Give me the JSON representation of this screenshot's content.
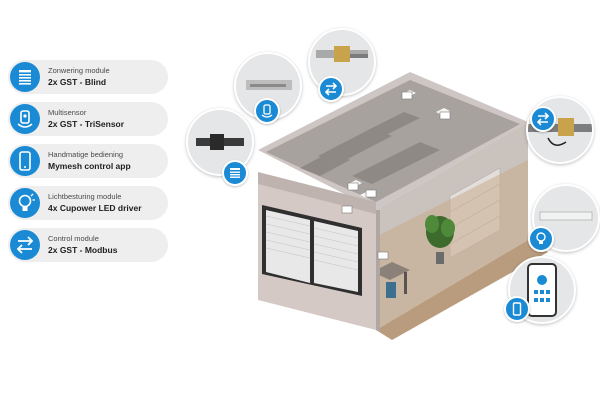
{
  "legend": {
    "items": [
      {
        "title": "Zonwering module",
        "subtitle": "2x GST - Blind",
        "icon": "blind-icon"
      },
      {
        "title": "Multisensor",
        "subtitle": "2x GST - TriSensor",
        "icon": "sensor-icon"
      },
      {
        "title": "Handmatige bediening",
        "subtitle": "Mymesh control app",
        "icon": "smartphone-icon"
      },
      {
        "title": "Lichtbesturing module",
        "subtitle": "4x Cupower LED driver",
        "icon": "lightbulb-icon"
      },
      {
        "title": "Control module",
        "subtitle": "2x GST - Modbus",
        "icon": "arrows-icon"
      }
    ]
  },
  "colors": {
    "accent": "#1a8ad4",
    "pill_background": "#eeeeef",
    "title_text": "#4a4a4a",
    "subtitle_text": "#1e1e1e"
  }
}
